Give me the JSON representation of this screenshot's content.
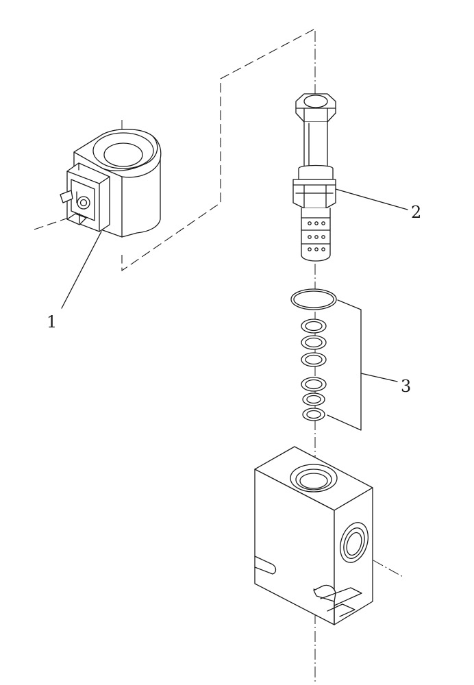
{
  "callouts": {
    "coil": "1",
    "cartridge_valve": "2",
    "seal_kit": "3"
  }
}
